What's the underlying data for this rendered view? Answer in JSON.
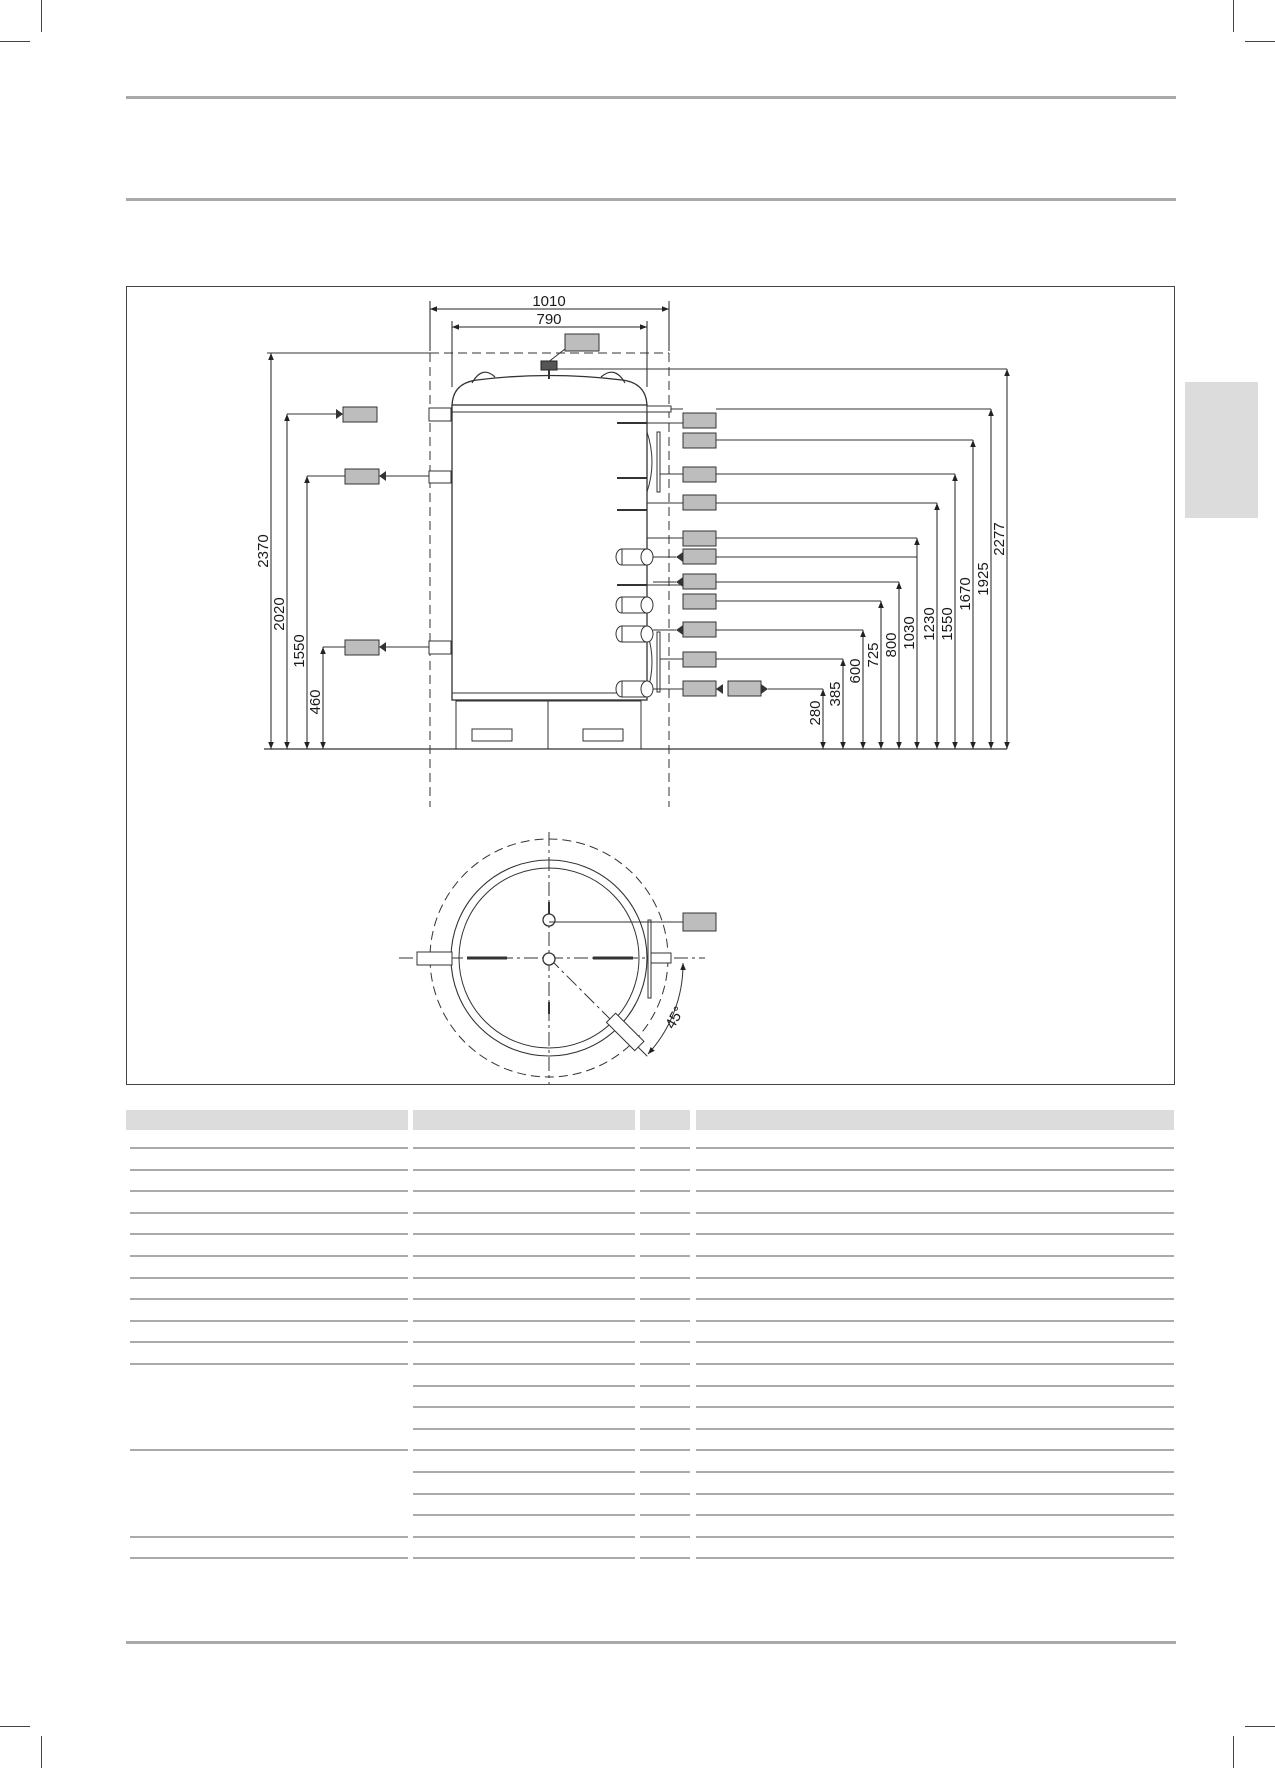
{
  "diagram": {
    "width_outer": "1010",
    "width_inner": "790",
    "dims_left": [
      "2370",
      "2020",
      "1550",
      "460"
    ],
    "dims_right": [
      "2277",
      "1925",
      "1670",
      "1550",
      "1230",
      "1030",
      "800",
      "725",
      "600",
      "385",
      "280"
    ],
    "angle": "45°"
  }
}
